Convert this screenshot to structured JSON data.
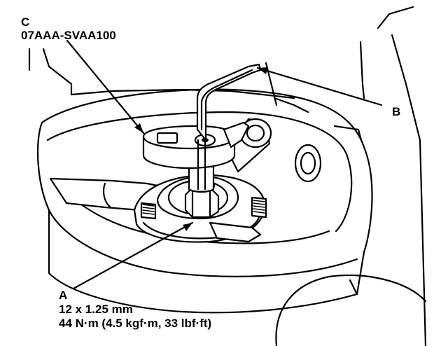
{
  "callouts": {
    "c": {
      "letter": "C",
      "text": "07AAA-SVAA100"
    },
    "b": {
      "letter": "B"
    },
    "a": {
      "letter": "A",
      "spec": "12 x 1.25 mm",
      "torque": "44 N·m (4.5 kgf·m, 33 lbf·ft)"
    }
  },
  "colors": {
    "line": "#000000",
    "background": "#ffffff"
  }
}
